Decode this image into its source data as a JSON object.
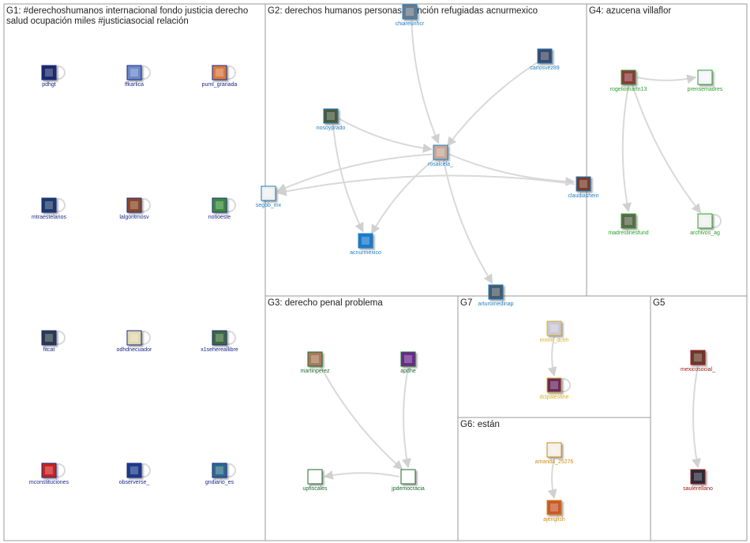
{
  "colors": {
    "G1": "#1a2a8a",
    "G2": "#1f7fc4",
    "G3": "#1e6b2a",
    "G4": "#2aa02a",
    "G5": "#a01818",
    "G6": "#d08a10",
    "G7": "#d8b020",
    "edge": "#d9d9d9",
    "border": "#9a9a9a"
  },
  "groups": [
    {
      "id": "G1",
      "title_lines": [
        "G1: #derechoshumanos internacional fondo justicia derecho",
        "salud ocupación miles #justiciasocial relación"
      ]
    },
    {
      "id": "G2",
      "title_lines": [
        "G2: derechos humanos personas atención refugiadas acnurmexico"
      ]
    },
    {
      "id": "G4",
      "title_lines": [
        "G4: azucena villaflor"
      ]
    },
    {
      "id": "G3",
      "title_lines": [
        "G3: derecho penal problema"
      ]
    },
    {
      "id": "G7",
      "title_lines": [
        "G7"
      ]
    },
    {
      "id": "G5",
      "title_lines": [
        "G5"
      ]
    },
    {
      "id": "G6",
      "title_lines": [
        "G6: están"
      ]
    }
  ],
  "nodes": [
    {
      "id": "pdhgt",
      "group": "G1",
      "label": "pdhgt",
      "img": "#1a2a6a",
      "loop": true
    },
    {
      "id": "ffkarlica",
      "group": "G1",
      "label": "ffkarlica",
      "img": "#6a88c8",
      "loop": true
    },
    {
      "id": "puml_granada",
      "group": "G1",
      "label": "puml_granada",
      "img": "#d87a40",
      "loop": true
    },
    {
      "id": "mtraestelarios",
      "group": "G1",
      "label": "mtraestelarios",
      "img": "#1a3a6a",
      "loop": true
    },
    {
      "id": "lalgoritmosv",
      "group": "G1",
      "label": "lalgoritmosv",
      "img": "#8a4a2a",
      "loop": true
    },
    {
      "id": "notioeste",
      "group": "G1",
      "label": "notioeste",
      "img": "#3a8a3a",
      "loop": true
    },
    {
      "id": "fitcat",
      "group": "G1",
      "label": "fitcat",
      "img": "#2a3a4a",
      "loop": true
    },
    {
      "id": "odhdnecuador",
      "group": "G1",
      "label": "odhdnecuador",
      "img": "#e0d8b0",
      "loop": true
    },
    {
      "id": "x1sehereallibre",
      "group": "G1",
      "label": "x1sehereallibre",
      "img": "#3a6a3a",
      "loop": true
    },
    {
      "id": "mconstituciones",
      "group": "G1",
      "label": "mconstituciones",
      "img": "#c82020",
      "loop": true
    },
    {
      "id": "observerse_",
      "group": "G1",
      "label": "observerse_",
      "img": "#1a3a8a",
      "loop": true
    },
    {
      "id": "gndiario_es",
      "group": "G1",
      "label": "gndiario_es",
      "img": "#2a6a8a",
      "loop": true
    },
    {
      "id": "chiareunhcr",
      "group": "G2",
      "label": "chiareunhcr",
      "img": "#6a7a8a",
      "loop": false
    },
    {
      "id": "carlosvez89",
      "group": "G2",
      "label": "carlosvez89",
      "img": "#3a4a6a",
      "loop": false
    },
    {
      "id": "nosoyprado",
      "group": "G2",
      "label": "nosoyprado",
      "img": "#4a5a3a",
      "loop": false
    },
    {
      "id": "rosalcela_",
      "group": "G2",
      "label": "rosalcela_",
      "img": "#c8a898",
      "loop": false
    },
    {
      "id": "segob_mx",
      "group": "G2",
      "label": "segob_mx",
      "img": "#f0f0f0",
      "loop": false
    },
    {
      "id": "claudiashein",
      "group": "G2",
      "label": "claudiashein",
      "img": "#7a3a2a",
      "loop": false
    },
    {
      "id": "acnurmexico",
      "group": "G2",
      "label": "acnurmexico",
      "img": "#1a7ac8",
      "loop": false
    },
    {
      "id": "arturomedinap",
      "group": "G2",
      "label": "arturomedinap",
      "img": "#4a5a6a",
      "loop": false
    },
    {
      "id": "rogeliomartn13",
      "group": "G4",
      "label": "rogeliomartn13",
      "img": "#8a3a3a",
      "loop": false
    },
    {
      "id": "prensemadres",
      "group": "G4",
      "label": "prensemadres",
      "img": "#f4f4ff",
      "loop": false
    },
    {
      "id": "madreslinesfund",
      "group": "G4",
      "label": "madreslinesfund",
      "img": "#5a6a4a",
      "loop": false
    },
    {
      "id": "archivos_ag",
      "group": "G4",
      "label": "archivos_ag",
      "img": "#f0f0f0",
      "loop": true
    },
    {
      "id": "martinperez",
      "group": "G3",
      "label": "martinperez",
      "img": "#a87a5a",
      "loop": false
    },
    {
      "id": "apdhe",
      "group": "G3",
      "label": "apdhe",
      "img": "#6a2a8a",
      "loop": false
    },
    {
      "id": "upfiscales",
      "group": "G3",
      "label": "upfiscales",
      "img": "#ffffff",
      "loop": false
    },
    {
      "id": "jpdemocracia",
      "group": "G3",
      "label": "jpdemocracia",
      "img": "#ffffff",
      "loop": false
    },
    {
      "id": "mmm_dchh",
      "group": "G7",
      "label": "mmm_dchh",
      "img": "#c8c8d8",
      "loop": false
    },
    {
      "id": "dclpalestine",
      "group": "G7",
      "label": "dclpalestine",
      "img": "#6a2a5a",
      "loop": true
    },
    {
      "id": "mexicosocial_",
      "group": "G5",
      "label": "mexicosocial_",
      "img": "#6a3a2a",
      "loop": false
    },
    {
      "id": "saulerellano",
      "group": "G5",
      "label": "saulerellano",
      "img": "#2a2a3a",
      "loop": false
    },
    {
      "id": "amanda_25276",
      "group": "G6",
      "label": "amanda_25276",
      "img": "#f4f0e8",
      "loop": false
    },
    {
      "id": "ajenglish",
      "group": "G6",
      "label": "ajenglish",
      "img": "#c85a2a",
      "loop": false
    }
  ],
  "edges": [
    {
      "from": "chiareunhcr",
      "to": "rosalcela_"
    },
    {
      "from": "carlosvez89",
      "to": "rosalcela_"
    },
    {
      "from": "nosoyprado",
      "to": "rosalcela_"
    },
    {
      "from": "nosoyprado",
      "to": "acnurmexico"
    },
    {
      "from": "rosalcela_",
      "to": "segob_mx"
    },
    {
      "from": "rosalcela_",
      "to": "claudiashein"
    },
    {
      "from": "rosalcela_",
      "to": "acnurmexico"
    },
    {
      "from": "rosalcela_",
      "to": "arturomedinap"
    },
    {
      "from": "claudiashein",
      "to": "segob_mx"
    },
    {
      "from": "rogeliomartn13",
      "to": "prensemadres"
    },
    {
      "from": "rogeliomartn13",
      "to": "madreslinesfund"
    },
    {
      "from": "rogeliomartn13",
      "to": "archivos_ag"
    },
    {
      "from": "martinperez",
      "to": "jpdemocracia"
    },
    {
      "from": "apdhe",
      "to": "jpdemocracia"
    },
    {
      "from": "jpdemocracia",
      "to": "upfiscales"
    },
    {
      "from": "mmm_dchh",
      "to": "dclpalestine"
    },
    {
      "from": "mexicosocial_",
      "to": "saulerellano"
    },
    {
      "from": "amanda_25276",
      "to": "ajenglish"
    }
  ]
}
